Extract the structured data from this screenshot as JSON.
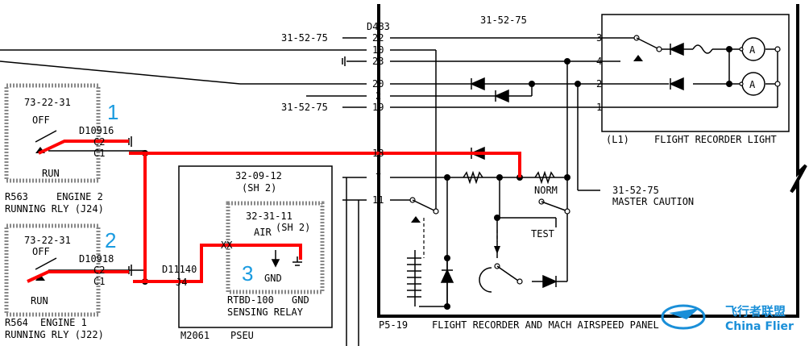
{
  "colors": {
    "wire": "#000000",
    "highlight": "#ff0000",
    "marker_numbers": "#1a9be0",
    "watermark": "#1a8fd8",
    "dotted_box": "#888888"
  },
  "connector_top": {
    "id": "D483"
  },
  "references": {
    "r1": "31-52-75",
    "r2": "31-52-75",
    "r3": "31-52-75",
    "panel_top": "31-52-75"
  },
  "pins_left": [
    "22",
    "10",
    "23",
    "20",
    "2",
    "19",
    "18",
    "7",
    "11"
  ],
  "pins_right": [
    "3",
    "4",
    "2",
    "1"
  ],
  "relay1": {
    "ref": "73-22-31",
    "off": "OFF",
    "run": "RUN",
    "connector": "D10916",
    "pin_a": "C2",
    "pin_b": "C1",
    "name": "R563",
    "title": "ENGINE 2",
    "subtitle": "RUNNING RLY (J24)"
  },
  "relay2": {
    "ref": "73-22-31",
    "off": "OFF",
    "run": "RUN",
    "connector": "D10918",
    "pin_a": "C2",
    "pin_b": "C1",
    "name": "R564",
    "title": "ENGINE 1",
    "subtitle": "RUNNING RLY (J22)"
  },
  "markers": [
    "1",
    "2",
    "3"
  ],
  "pseu": {
    "ref": "32-09-12",
    "sheet": "(SH 2)",
    "connector": "D11140",
    "pin": "J4",
    "name": "M2061",
    "title": "PSEU"
  },
  "sensing_relay": {
    "ref": "32-31-11",
    "sheet": "(SH 2)",
    "air": "AIR",
    "gnd_label": "GND",
    "gnd": "GND",
    "name": "RTBD-100",
    "title": "SENSING RELAY",
    "pin_a": "XX"
  },
  "panel": {
    "light_label": "(L1)",
    "light_title": "FLIGHT RECORDER LIGHT",
    "normal": "NORM",
    "test": "TEST",
    "caution_ref": "31-52-75",
    "caution_title": "MASTER CAUTION",
    "name": "P5-19",
    "title": "FLIGHT RECORDER AND MACH AIRSPEED PANEL",
    "lamp": "A"
  },
  "watermark": {
    "cn": "飞行者联盟",
    "en": "China Flier"
  }
}
